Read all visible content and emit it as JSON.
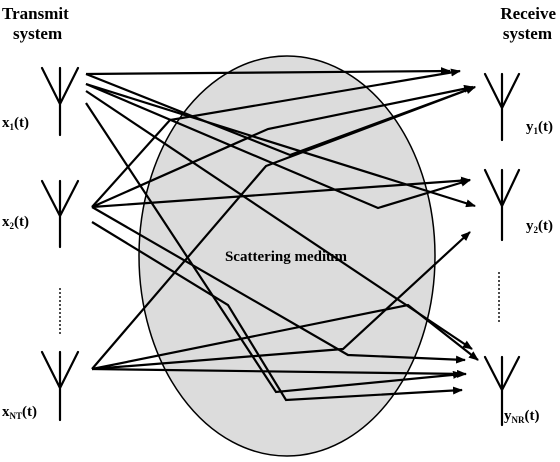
{
  "transmit": {
    "title_line1": "Transmit",
    "title_line2": "system",
    "antennas": [
      {
        "label": "x",
        "sub": "1",
        "suffix": "(t)"
      },
      {
        "label": "x",
        "sub": "2",
        "suffix": "(t)"
      },
      {
        "label": "x",
        "sub": "NT",
        "suffix": "(t)"
      }
    ]
  },
  "receive": {
    "title_line1": "Receive",
    "title_line2": "system",
    "antennas": [
      {
        "label": "y",
        "sub": "1",
        "suffix": "(t)"
      },
      {
        "label": "y",
        "sub": "2",
        "suffix": "(t)"
      },
      {
        "label": "y",
        "sub": "NR",
        "suffix": "(t)"
      }
    ]
  },
  "medium": {
    "label": "Scattering medium",
    "fill": "#dcdcdc"
  },
  "colors": {
    "stroke": "#000000",
    "background": "#ffffff"
  }
}
